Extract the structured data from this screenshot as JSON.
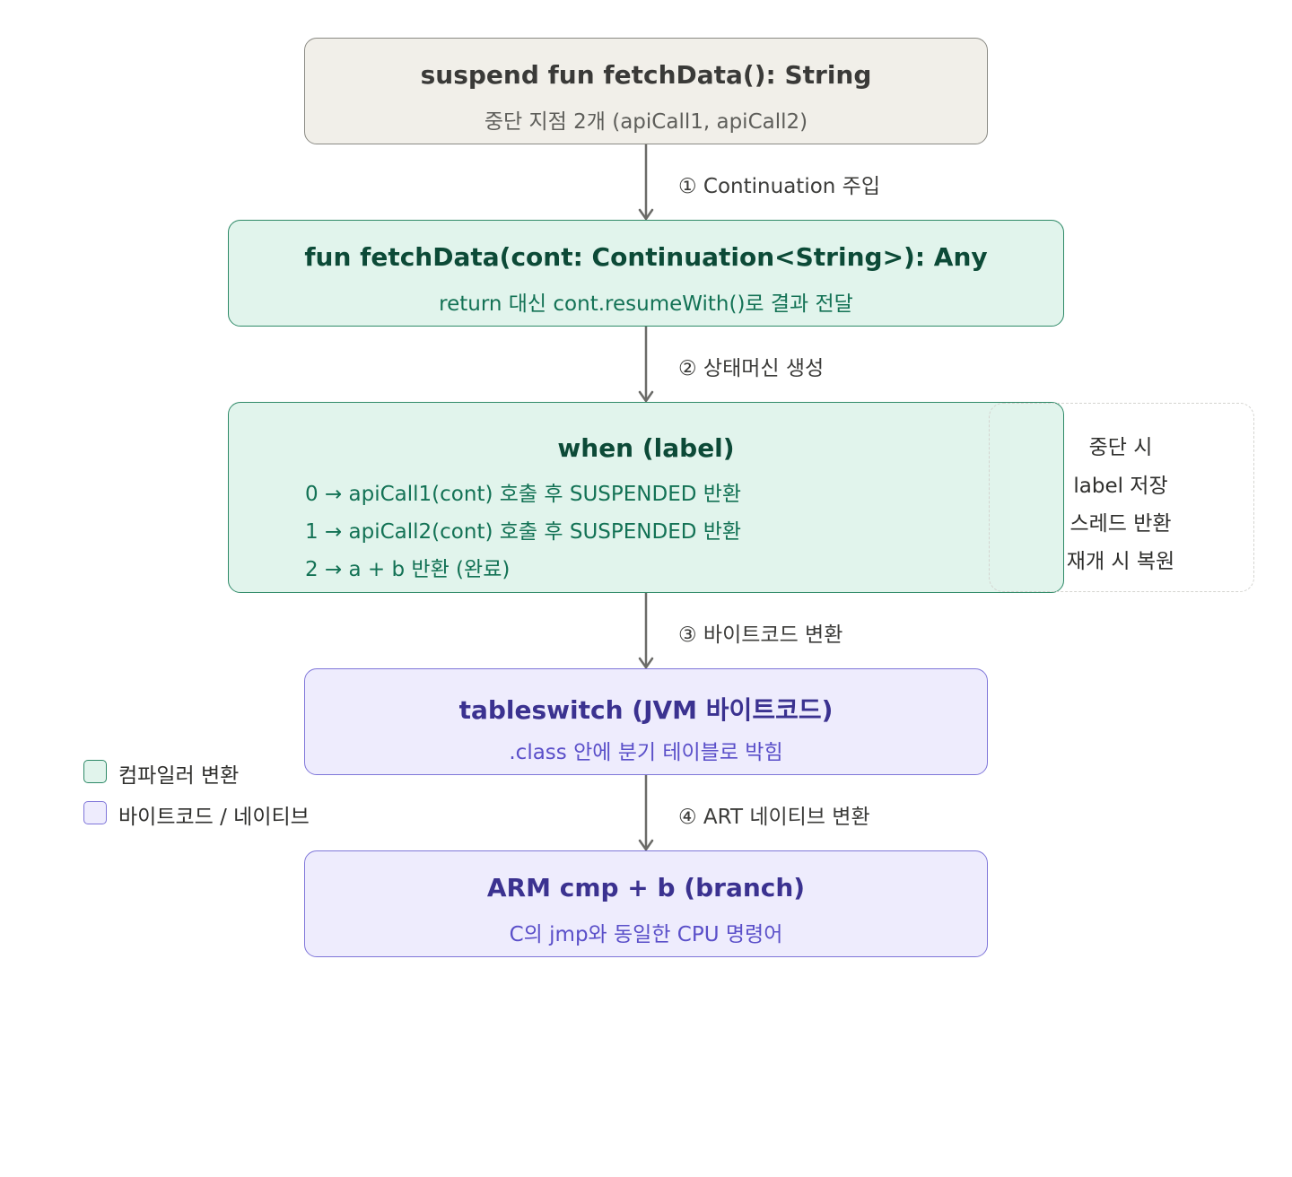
{
  "nodes": {
    "suspend_fn": {
      "title": "suspend fun fetchData(): String",
      "subtitle": "중단 지점 2개 (apiCall1, apiCall2)"
    },
    "cps_fn": {
      "title": "fun fetchData(cont: Continuation<String>): Any",
      "subtitle": "return 대신 cont.resumeWith()로 결과 전달"
    },
    "state_machine": {
      "title": "when (label)",
      "lines": [
        "0 → apiCall1(cont) 호출 후 SUSPENDED 반환",
        "1 → apiCall2(cont) 호출 후 SUSPENDED 반환",
        "2 → a + b 반환 (완료)"
      ]
    },
    "tableswitch": {
      "title": "tableswitch (JVM 바이트코드)",
      "subtitle": ".class 안에 분기 테이블로 박힘"
    },
    "arm": {
      "title": "ARM cmp + b (branch)",
      "subtitle": "C의 jmp와 동일한 CPU 명령어"
    }
  },
  "edges": [
    "① Continuation 주입",
    "② 상태머신 생성",
    "③ 바이트코드 변환",
    "④ ART 네이티브 변환"
  ],
  "side_note": {
    "lines": [
      "중단 시",
      "label 저장",
      "스레드 반환",
      "재개 시 복원"
    ]
  },
  "legend": [
    {
      "label": "컴파일러 변환",
      "color": "#e1f4ec"
    },
    {
      "label": "바이트코드 / 네이티브",
      "color": "#eeecfd"
    }
  ],
  "colors": {
    "gray_fill": "#f1efe9",
    "green_fill": "#e1f4ec",
    "purple_fill": "#eeecfd",
    "arrow": "#6b6b68"
  }
}
